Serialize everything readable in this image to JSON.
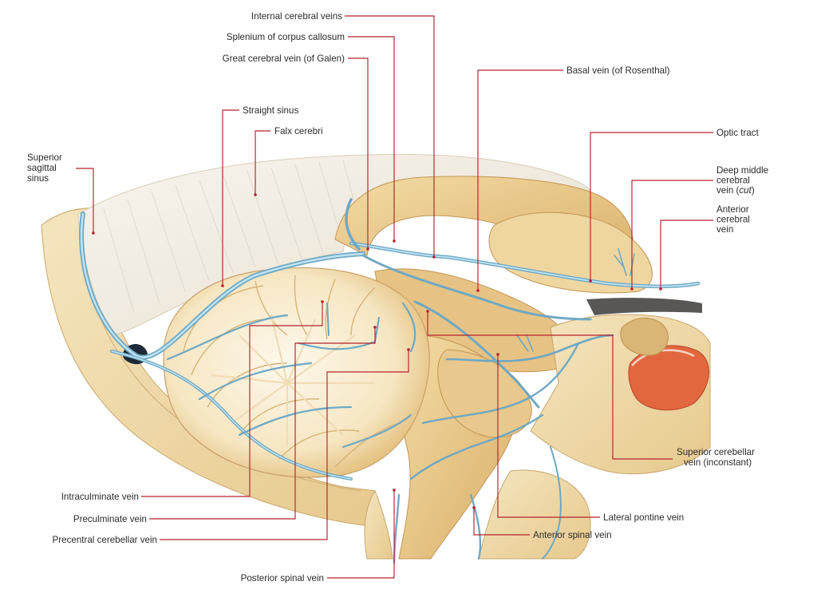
{
  "labels": {
    "internal_cerebral_veins": "Internal cerebral veins",
    "splenium": "Splenium of corpus callosum",
    "great_cerebral_vein": "Great cerebral vein (of Galen)",
    "basal_vein": "Basal vein (of Rosenthal)",
    "straight_sinus": "Straight sinus",
    "falx_cerebri": "Falx cerebri",
    "superior_sagittal_sinus": [
      "Superior",
      "sagittal",
      "sinus"
    ],
    "optic_tract": "Optic tract",
    "deep_middle_cerebral_vein": [
      "Deep middle",
      "cerebral",
      "vein (",
      "cut",
      ")"
    ],
    "anterior_cerebral_vein": [
      "Anterior",
      "cerebral",
      "vein"
    ],
    "superior_cerebellar_vein": [
      "Superior cerebellar",
      "vein (inconstant)"
    ],
    "lateral_pontine_vein": "Lateral pontine vein",
    "anterior_spinal_vein": "Anterior spinal vein",
    "intraculminate_vein": "Intraculminate vein",
    "preculminate_vein": "Preculminate vein",
    "precentral_cerebellar_vein": "Precentral cerebellar vein",
    "posterior_spinal_vein": "Posterior spinal vein"
  },
  "colors": {
    "leader_line": "#b8202c",
    "vein": "#8ec6de",
    "bone": "#f1dcae",
    "brain": "#e9c98a",
    "cerebellum_white": "#fbf4e4",
    "falx": "#f1ece1",
    "nasal_cavity": "#e2673f"
  }
}
